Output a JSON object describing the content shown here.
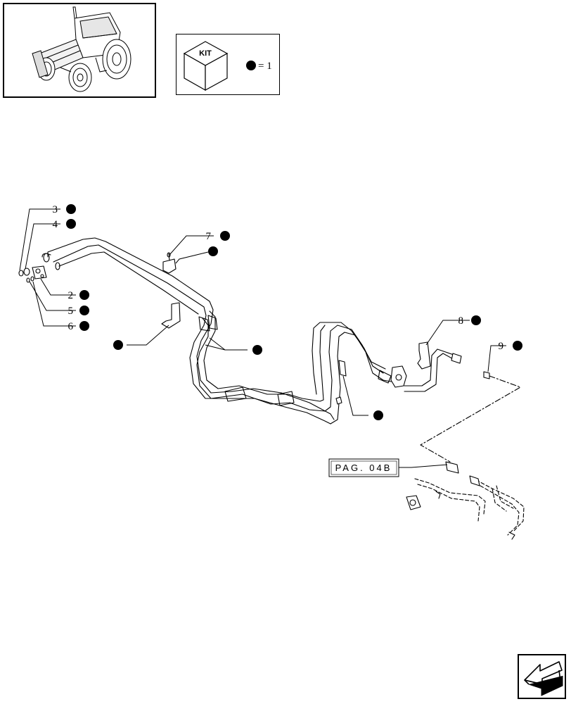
{
  "kit_legend": {
    "icon_label": "KIT",
    "quantity_text": "= 1"
  },
  "callouts": {
    "item_3": "3",
    "item_4": "4",
    "item_2": "2",
    "item_5": "5",
    "item_6": "6",
    "item_7": "7",
    "item_8": "8",
    "item_9": "9"
  },
  "page_reference": "PAG. 04B",
  "icons": {
    "thumbnail": "tractor-thumbnail-icon",
    "kit": "kit-box-icon",
    "marker": "kit-dot-marker-icon",
    "nav": "next-page-arrow-icon"
  }
}
